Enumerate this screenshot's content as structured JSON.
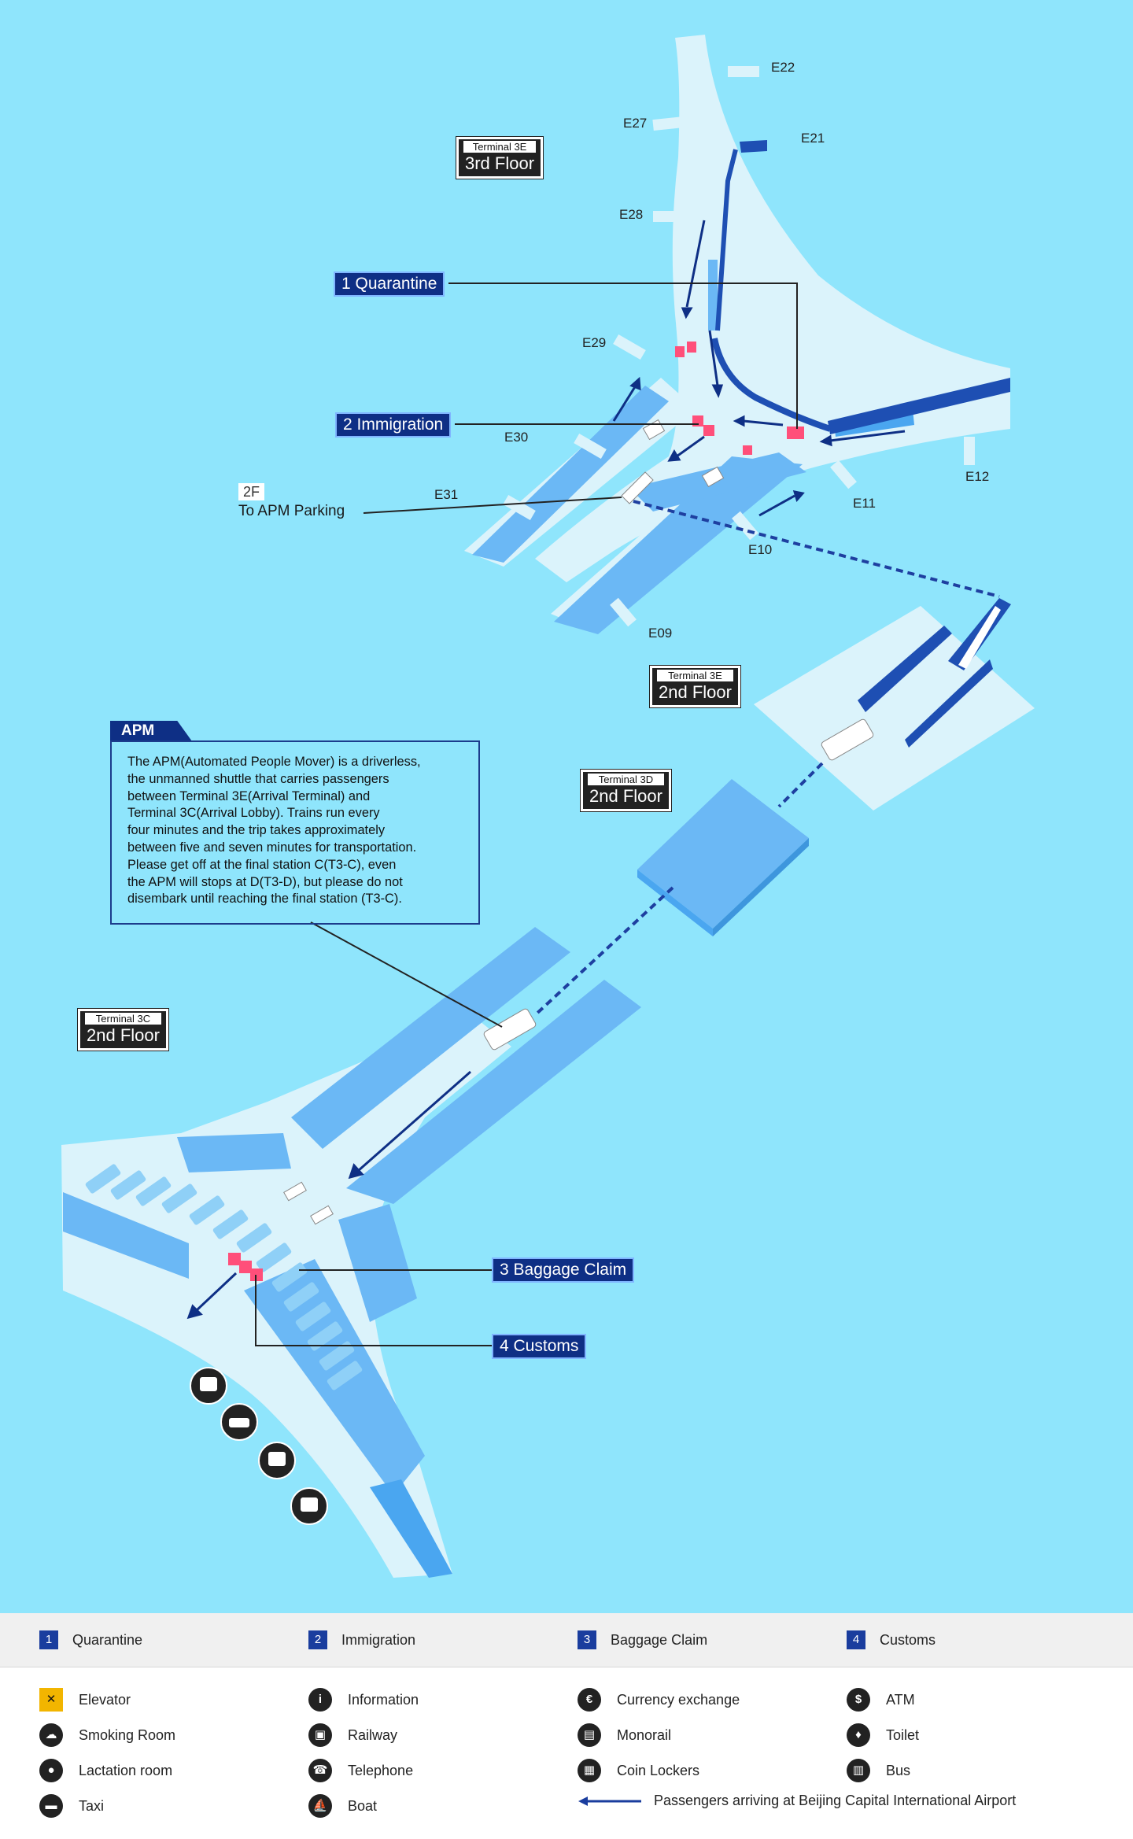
{
  "floors": {
    "t3e_3f": {
      "terminal": "Terminal 3E",
      "floor": "3rd Floor"
    },
    "t3e_2f": {
      "terminal": "Terminal 3E",
      "floor": "2nd Floor"
    },
    "t3d_2f": {
      "terminal": "Terminal 3D",
      "floor": "2nd Floor"
    },
    "t3c_2f": {
      "terminal": "Terminal 3C",
      "floor": "2nd Floor"
    }
  },
  "gates": [
    "E22",
    "E27",
    "E21",
    "E28",
    "E29",
    "E30",
    "E31",
    "E12",
    "E11",
    "E10",
    "E09"
  ],
  "steps": {
    "quarantine": "1 Quarantine",
    "immigration": "2 Immigration",
    "baggage": "3 Baggage Claim",
    "customs": "4 Customs"
  },
  "parking": {
    "floor": "2F",
    "text": "To APM Parking"
  },
  "apm": {
    "title": "APM",
    "lines": [
      "The APM(Automated People Mover) is a driverless,",
      "the unmanned shuttle that carries passengers",
      "between Terminal 3E(Arrival Terminal) and",
      "Terminal 3C(Arrival Lobby). Trains run every",
      "four minutes and the trip takes approximately",
      "between five and seven minutes for transportation.",
      "Please get off at the final station C(T3-C), even",
      "the APM will stops at D(T3-D), but please do not",
      "disembark until reaching the final station (T3-C)."
    ]
  },
  "legend": {
    "steps": [
      {
        "num": "1",
        "label": "Quarantine"
      },
      {
        "num": "2",
        "label": "Immigration"
      },
      {
        "num": "3",
        "label": "Baggage Claim"
      },
      {
        "num": "4",
        "label": "Customs"
      }
    ],
    "items": [
      {
        "icon": "elevator-icon",
        "glyph": "✕",
        "label": "Elevator"
      },
      {
        "icon": "information-icon",
        "glyph": "i",
        "label": "Information"
      },
      {
        "icon": "currency-exchange-icon",
        "glyph": "€",
        "label": "Currency exchange"
      },
      {
        "icon": "atm-icon",
        "glyph": "$",
        "label": "ATM"
      },
      {
        "icon": "smoking-room-icon",
        "glyph": "☁",
        "label": "Smoking Room"
      },
      {
        "icon": "railway-icon",
        "glyph": "▣",
        "label": "Railway"
      },
      {
        "icon": "monorail-icon",
        "glyph": "▤",
        "label": "Monorail"
      },
      {
        "icon": "toilet-icon",
        "glyph": "♦",
        "label": "Toilet"
      },
      {
        "icon": "lactation-room-icon",
        "glyph": "●",
        "label": "Lactation room"
      },
      {
        "icon": "telephone-icon",
        "glyph": "☎",
        "label": "Telephone"
      },
      {
        "icon": "coin-lockers-icon",
        "glyph": "▦",
        "label": "Coin Lockers"
      },
      {
        "icon": "bus-icon",
        "glyph": "▥",
        "label": "Bus"
      },
      {
        "icon": "taxi-icon",
        "glyph": "▬",
        "label": "Taxi"
      },
      {
        "icon": "boat-icon",
        "glyph": "⛵",
        "label": "Boat"
      }
    ],
    "arrow_label": "Passengers arriving at Beijing Capital International Airport"
  },
  "colors": {
    "background": "#8fe5fc",
    "concourse": "#dbf3fb",
    "gate_area": "#6bb8f5",
    "route": "#0e2f85",
    "checkpoint": "#ff4f7a"
  }
}
